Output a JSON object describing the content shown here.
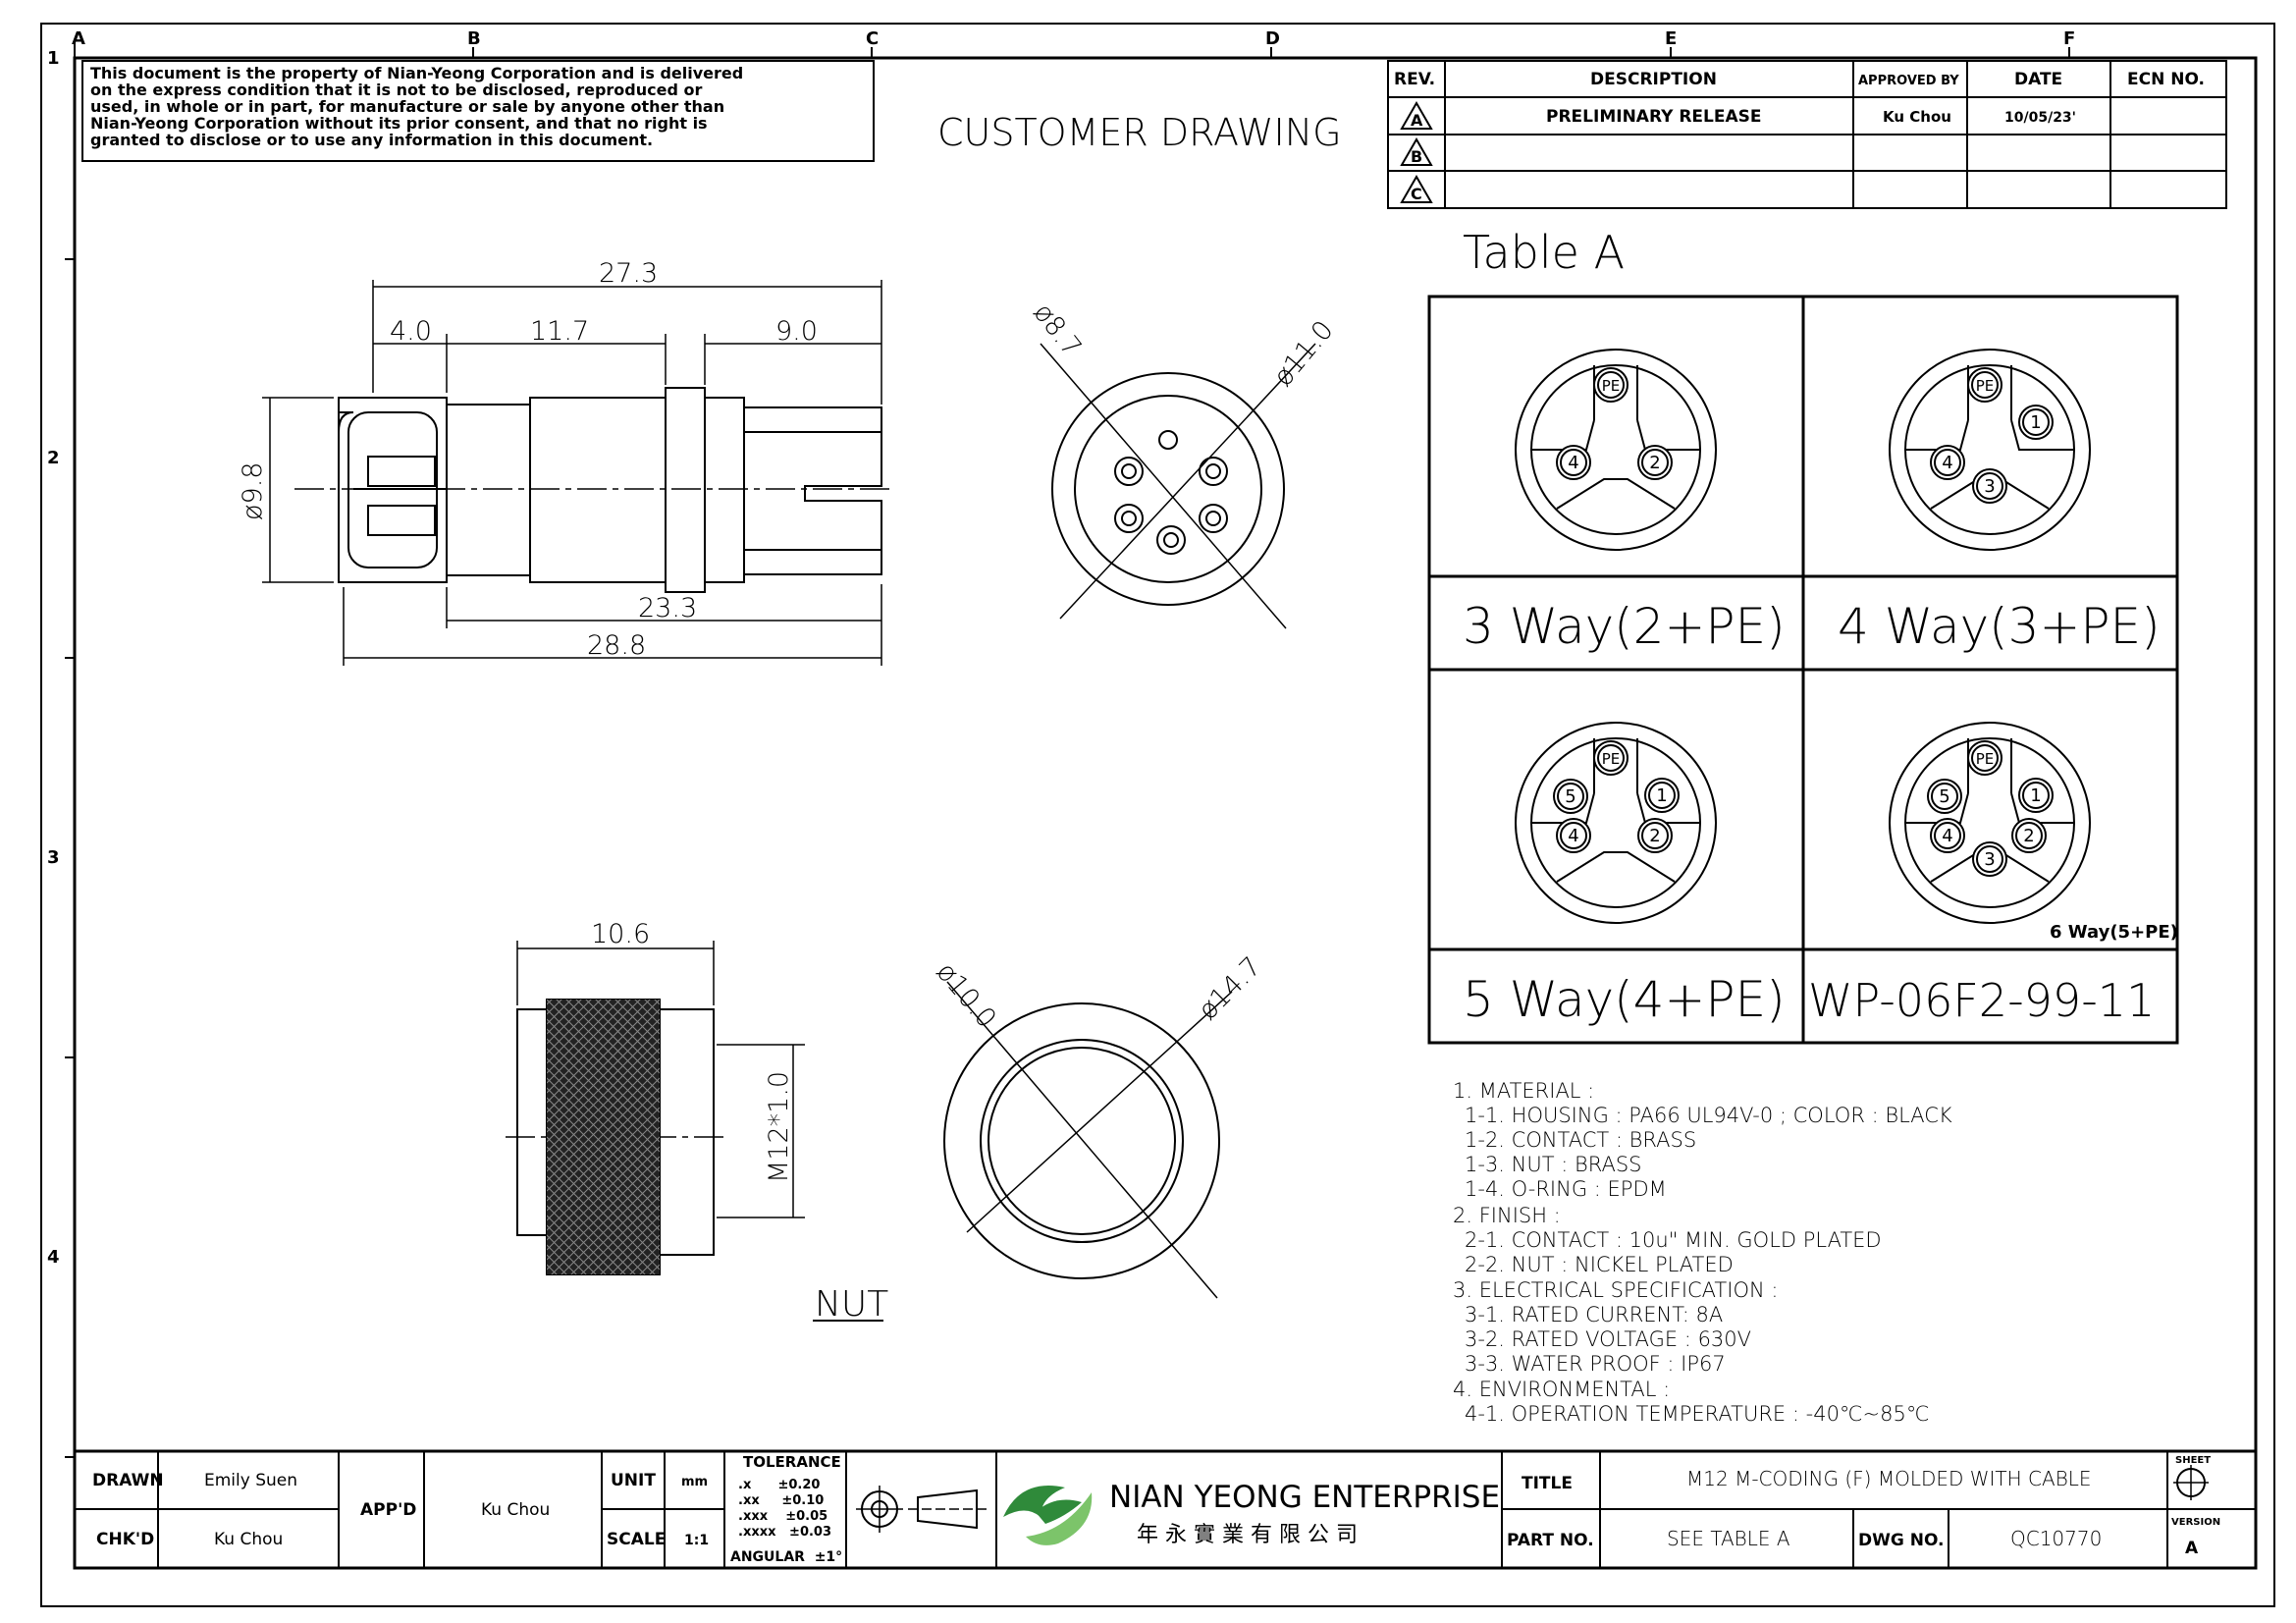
{
  "notice": [
    "This document is the property of Nian-Yeong Corporation and is delivered",
    "on  the  express condition that it is not to be disclosed, reproduced or",
    "used, in whole or in part, for manufacture or sale by anyone other than",
    "Nian-Yeong Corporation without  its prior consent, and that  no right  is",
    "granted to disclose or to use any information in this  document."
  ],
  "drawing_title": "CUSTOMER  DRAWING",
  "grid": {
    "cols": [
      "A",
      "B",
      "C",
      "D",
      "E",
      "F"
    ],
    "rows": [
      "1",
      "2",
      "3",
      "4"
    ]
  },
  "revision": {
    "headers": [
      "REV.",
      "DESCRIPTION",
      "APPROVED BY",
      "DATE",
      "ECN NO."
    ],
    "rows": [
      {
        "rev": "A",
        "description": "PRELIMINARY RELEASE",
        "approved": "Ku Chou",
        "date": "10/05/23'",
        "ecn": ""
      },
      {
        "rev": "B",
        "description": "",
        "approved": "",
        "date": "",
        "ecn": ""
      },
      {
        "rev": "C",
        "description": "",
        "approved": "",
        "date": "",
        "ecn": ""
      }
    ]
  },
  "table_a": {
    "title": "Table A",
    "cells": [
      {
        "label": "3  Way(2+PE)",
        "pins": [
          "PE",
          "4",
          "2"
        ]
      },
      {
        "label": "4  Way(3+PE)",
        "pins": [
          "PE",
          "1",
          "4",
          "3"
        ]
      },
      {
        "label": "5  Way(4+PE)",
        "pins": [
          "PE",
          "5",
          "1",
          "4",
          "2"
        ]
      },
      {
        "label": "WP-06F2-99-11",
        "small_label": "6  Way(5+PE)",
        "pins": [
          "PE",
          "5",
          "1",
          "4",
          "3",
          "2"
        ]
      }
    ]
  },
  "dimensions": {
    "side": {
      "overall_top": "27.3",
      "a": "4.0",
      "b": "11.7",
      "c": "9.0",
      "dia": "ø9.8",
      "mid": "23.3",
      "overall_bottom": "28.8"
    },
    "face": {
      "d1": "ø8.7",
      "d2": "ø11.0"
    },
    "nut": {
      "len": "10.6",
      "thread": "M12*1.0",
      "label": "NUT"
    },
    "nut_face": {
      "d1": "ø10.0",
      "d2": "ø14.7"
    }
  },
  "notes": [
    "1.    MATERIAL :",
    "1-1. HOUSING : PA66  UL94V-0 ; COLOR : BLACK",
    "1-2. CONTACT : BRASS",
    "1-3. NUT : BRASS",
    "1-4. O-RING : EPDM",
    "2.    FINISH :",
    "2-1. CONTACT : 10u\" MIN. GOLD PLATED",
    "2-2. NUT : NICKEL PLATED",
    "3.    ELECTRICAL SPECIFICATION :",
    "3-1. RATED CURRENT: 8A",
    "3-2. RATED VOLTAGE : 630V",
    "3-3. WATER PROOF : IP67",
    "4.    ENVIRONMENTAL :",
    "4-1. OPERATION TEMPERATURE : -40℃~85℃"
  ],
  "title_block": {
    "drawn_label": "DRAWN",
    "drawn": "Emily Suen",
    "chkd_label": "CHK'D",
    "chkd": "Ku Chou",
    "appd_label": "APP'D",
    "appd": "Ku Chou",
    "unit_label": "UNIT",
    "unit": "mm",
    "scale_label": "SCALE",
    "scale": "1:1",
    "tolerance_label": "TOLERANCE",
    "tolerances": [
      ".x      ±0.20",
      ".xx     ±0.10",
      ".xxx    ±0.05",
      ".xxxx   ±0.03"
    ],
    "angular": "ANGULAR  ±1°",
    "company": "NIAN YEONG ENTERPRISE",
    "company_cn": "年 永 實 業 有 限 公 司",
    "title_label": "TITLE",
    "title": "M12  M-CODING  (F)  MOLDED  WITH  CABLE",
    "partno_label": "PART NO.",
    "partno": "SEE TABLE A",
    "dwgno_label": "DWG NO.",
    "dwgno": "QC10770",
    "sheet_label": "SHEET",
    "version_label": "VERSION",
    "version": "A"
  },
  "colors": {
    "ink": "#000000",
    "logo_green": "#2f8a3a",
    "logo_light": "#7cc46a"
  }
}
